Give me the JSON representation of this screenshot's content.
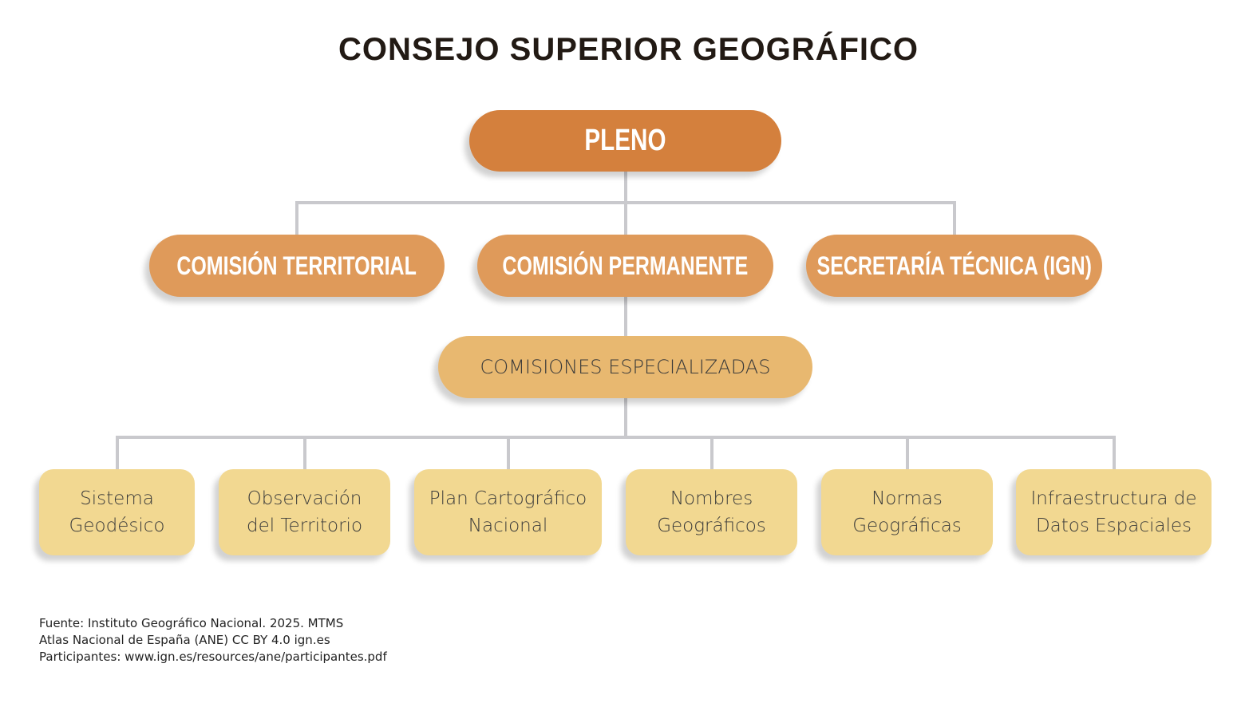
{
  "title": "CONSEJO SUPERIOR GEOGRÁFICO",
  "pleno": "PLENO",
  "level2": [
    "COMISIÓN TERRITORIAL",
    "COMISIÓN PERMANENTE",
    "SECRETARÍA TÉCNICA (IGN)"
  ],
  "especializadas": "COMISIONES ESPECIALIZADAS",
  "leaves": [
    [
      "Sistema",
      "Geodésico"
    ],
    [
      "Observación",
      "del Territorio"
    ],
    [
      "Plan Cartográfico",
      "Nacional"
    ],
    [
      "Nombres",
      "Geográficos"
    ],
    [
      "Normas",
      "Geográficas"
    ],
    [
      "Infraestructura de",
      "Datos Espaciales"
    ]
  ],
  "footer": [
    "Fuente: Instituto Geográfico Nacional. 2025. MTMS",
    "Atlas Nacional de España (ANE) CC BY 4.0 ign.es",
    "Participantes: www.ign.es/resources/ane/participantes.pdf"
  ],
  "colors": {
    "pleno": "#d4803d",
    "level2": "#df9a5a",
    "especializadas": "#e8b870",
    "leaf": "#f2d891",
    "connector": "#c9c9cd"
  }
}
